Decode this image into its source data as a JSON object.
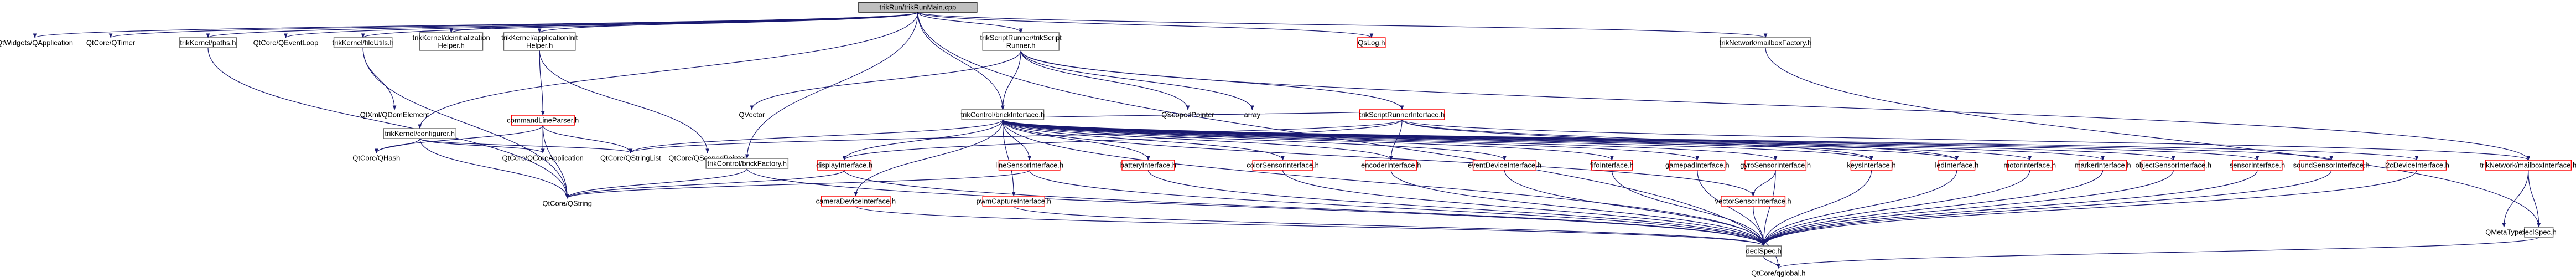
{
  "diagram": {
    "nodes": [
      {
        "id": "root",
        "label": [
          "trikRun/trikRunMain.cpp"
        ],
        "style": "root"
      },
      {
        "id": "QtWidgets",
        "label": [
          "QtWidgets/QApplication"
        ],
        "style": "plain"
      },
      {
        "id": "QTimer",
        "label": [
          "QtCore/QTimer"
        ],
        "style": "plain"
      },
      {
        "id": "paths",
        "label": [
          "trikKernel/paths.h"
        ],
        "style": "linked"
      },
      {
        "id": "QEventLoop",
        "label": [
          "QtCore/QEventLoop"
        ],
        "style": "plain"
      },
      {
        "id": "fileUtils",
        "label": [
          "trikKernel/fileUtils.h"
        ],
        "style": "linked"
      },
      {
        "id": "deinit",
        "label": [
          "trikKernel/deinitialization",
          "Helper.h"
        ],
        "style": "linked"
      },
      {
        "id": "appInit",
        "label": [
          "trikKernel/applicationInit",
          "Helper.h"
        ],
        "style": "linked"
      },
      {
        "id": "scriptRunner",
        "label": [
          "trikScriptRunner/trikScript",
          "Runner.h"
        ],
        "style": "linked"
      },
      {
        "id": "qsLog",
        "label": [
          "QsLog.h"
        ],
        "style": "missing"
      },
      {
        "id": "mailboxFactory",
        "label": [
          "trikNetwork/mailboxFactory.h"
        ],
        "style": "linked"
      },
      {
        "id": "QDomElement",
        "label": [
          "QtXml/QDomElement"
        ],
        "style": "plain"
      },
      {
        "id": "configurer",
        "label": [
          "trikKernel/configurer.h"
        ],
        "style": "linked"
      },
      {
        "id": "cmdParser",
        "label": [
          "commandLineParser.h"
        ],
        "style": "missing"
      },
      {
        "id": "QVector",
        "label": [
          "QVector"
        ],
        "style": "plain"
      },
      {
        "id": "brickInterface",
        "label": [
          "trikControl/brickInterface.h"
        ],
        "style": "linked"
      },
      {
        "id": "QScopedPtr1",
        "label": [
          "QScopedPointer"
        ],
        "style": "plain"
      },
      {
        "id": "array",
        "label": [
          "array"
        ],
        "style": "plain"
      },
      {
        "id": "sriHeader",
        "label": [
          "trikScriptRunnerInterface.h"
        ],
        "style": "missing"
      },
      {
        "id": "QHash",
        "label": [
          "QtCore/QHash"
        ],
        "style": "plain"
      },
      {
        "id": "QCoreApp",
        "label": [
          "QtCore/QCoreApplication"
        ],
        "style": "plain"
      },
      {
        "id": "QStringList",
        "label": [
          "QtCore/QStringList"
        ],
        "style": "plain"
      },
      {
        "id": "QScopedPtr2",
        "label": [
          "QtCore/QScopedPointer"
        ],
        "style": "plain"
      },
      {
        "id": "brickFactory",
        "label": [
          "trikControl/brickFactory.h"
        ],
        "style": "linked"
      },
      {
        "id": "displayIf",
        "label": [
          "displayInterface.h"
        ],
        "style": "missing"
      },
      {
        "id": "lineSensorIf",
        "label": [
          "lineSensorInterface.h"
        ],
        "style": "missing"
      },
      {
        "id": "batteryIf",
        "label": [
          "batteryInterface.h"
        ],
        "style": "missing"
      },
      {
        "id": "colorSensorIf",
        "label": [
          "colorSensorInterface.h"
        ],
        "style": "missing"
      },
      {
        "id": "encoderIf",
        "label": [
          "encoderInterface.h"
        ],
        "style": "missing"
      },
      {
        "id": "eventDeviceIf",
        "label": [
          "eventDeviceInterface.h"
        ],
        "style": "missing"
      },
      {
        "id": "fifoIf",
        "label": [
          "fifoInterface.h"
        ],
        "style": "missing"
      },
      {
        "id": "gamepadIf",
        "label": [
          "gamepadInterface.h"
        ],
        "style": "missing"
      },
      {
        "id": "gyroIf",
        "label": [
          "gyroSensorInterface.h"
        ],
        "style": "missing"
      },
      {
        "id": "keysIf",
        "label": [
          "keysInterface.h"
        ],
        "style": "missing"
      },
      {
        "id": "ledIf",
        "label": [
          "ledInterface.h"
        ],
        "style": "missing"
      },
      {
        "id": "motorIf",
        "label": [
          "motorInterface.h"
        ],
        "style": "missing"
      },
      {
        "id": "markerIf",
        "label": [
          "markerInterface.h"
        ],
        "style": "missing"
      },
      {
        "id": "objectSensorIf",
        "label": [
          "objectSensorInterface.h"
        ],
        "style": "missing"
      },
      {
        "id": "sensorIf",
        "label": [
          "sensorInterface.h"
        ],
        "style": "missing"
      },
      {
        "id": "soundSensorIf",
        "label": [
          "soundSensorInterface.h"
        ],
        "style": "missing"
      },
      {
        "id": "i2cIf",
        "label": [
          "i2cDeviceInterface.h"
        ],
        "style": "missing"
      },
      {
        "id": "mailboxIf",
        "label": [
          "trikNetwork/mailboxInterface.h"
        ],
        "style": "missing"
      },
      {
        "id": "QString",
        "label": [
          "QtCore/QString"
        ],
        "style": "plain"
      },
      {
        "id": "cameraIf",
        "label": [
          "cameraDeviceInterface.h"
        ],
        "style": "missing"
      },
      {
        "id": "pwmCaptureIf",
        "label": [
          "pwmCaptureInterface.h"
        ],
        "style": "missing"
      },
      {
        "id": "vectorSensorIf",
        "label": [
          "vectorSensorInterface.h"
        ],
        "style": "missing"
      },
      {
        "id": "QMetaType",
        "label": [
          "QMetaType"
        ],
        "style": "plain"
      },
      {
        "id": "declSpec",
        "label": [
          "declSpec.h"
        ],
        "style": "linked"
      },
      {
        "id": "declSpec2",
        "label": [
          "declSpec.h"
        ],
        "style": "linked"
      },
      {
        "id": "qglobal",
        "label": [
          "QtCore/qglobal.h"
        ],
        "style": "plain"
      }
    ]
  }
}
